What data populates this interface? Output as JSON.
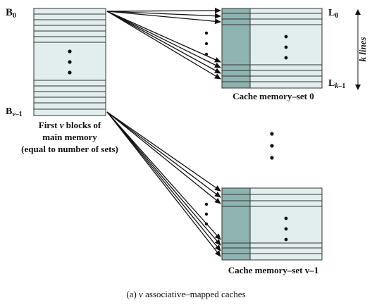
{
  "main_memory": {
    "label_first": "B0",
    "label_last": "Bv-1",
    "caption_lines": [
      "First v blocks of",
      "main memory",
      "(equal to number of sets)"
    ]
  },
  "cache_sets": [
    {
      "caption": "Cache memory–set 0",
      "line_first": "L0",
      "line_last": "Lk-1"
    },
    {
      "caption": "Cache memory–set v–1"
    }
  ],
  "dimension_label": "k lines",
  "figure_caption": "(a) v associative–mapped caches",
  "colors": {
    "block_fill": "#e2eeee",
    "tag_fill": "#8fb3b1",
    "line_stroke": "#333333",
    "arrow": "#111111"
  }
}
